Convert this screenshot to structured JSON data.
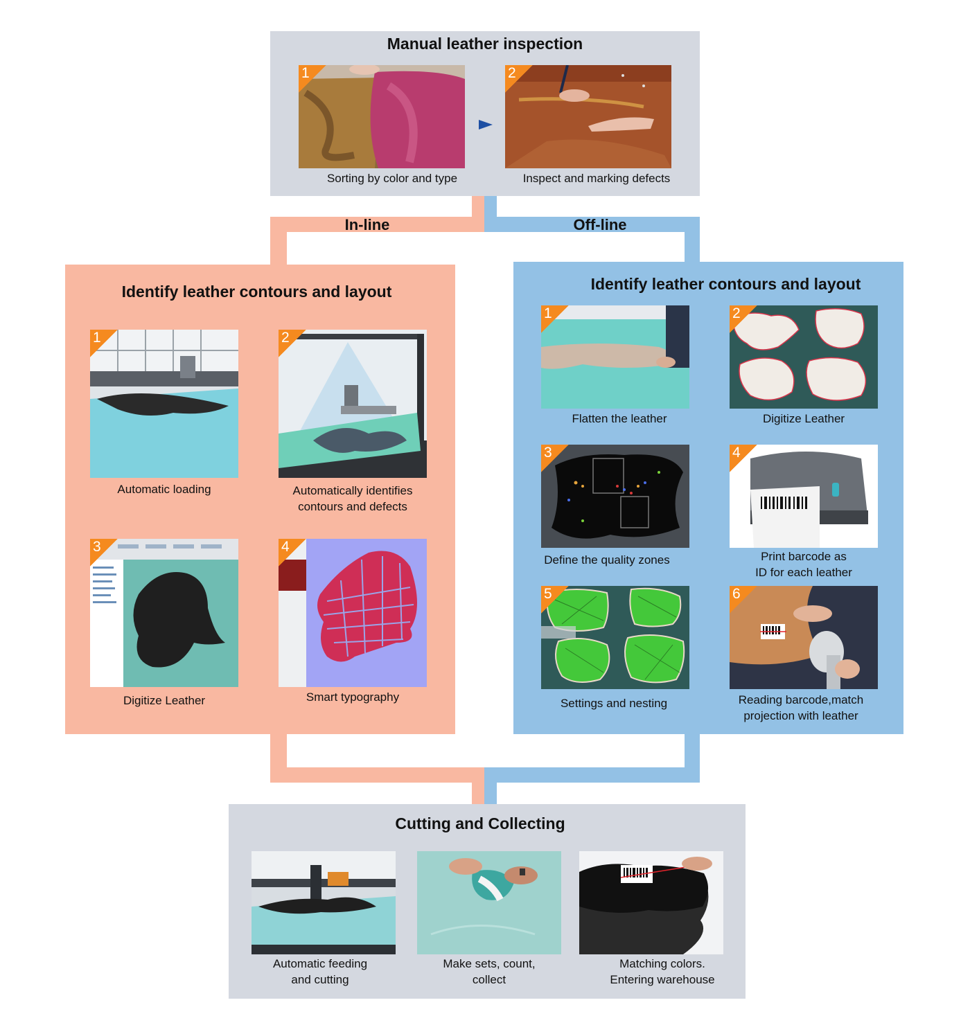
{
  "top": {
    "title": "Manual leather inspection",
    "steps": [
      {
        "badge": "1",
        "caption": "Sorting by color and type"
      },
      {
        "badge": "2",
        "caption": "Inspect and marking defects"
      }
    ]
  },
  "lanes": {
    "inline_label": "In-line",
    "offline_label": "Off-line"
  },
  "inline": {
    "title": "Identify leather contours and layout",
    "steps": [
      {
        "badge": "1",
        "caption": [
          "Automatic loading"
        ]
      },
      {
        "badge": "2",
        "caption": [
          "Automatically identifies",
          "contours and defects"
        ]
      },
      {
        "badge": "3",
        "caption": [
          "Digitize Leather"
        ]
      },
      {
        "badge": "4",
        "caption": [
          "Smart typography"
        ]
      }
    ]
  },
  "offline": {
    "title": "Identify leather contours and layout",
    "steps": [
      {
        "badge": "1",
        "caption": [
          "Flatten the leather"
        ]
      },
      {
        "badge": "2",
        "caption": [
          "Digitize Leather"
        ]
      },
      {
        "badge": "3",
        "caption": [
          "Define the quality zones"
        ]
      },
      {
        "badge": "4",
        "caption": [
          "Print barcode as",
          "ID for each leather"
        ]
      },
      {
        "badge": "5",
        "caption": [
          "Settings and nesting"
        ]
      },
      {
        "badge": "6",
        "caption": [
          "Reading barcode,match",
          "projection with leather"
        ]
      }
    ]
  },
  "bottom": {
    "title": "Cutting and Collecting",
    "steps": [
      {
        "caption": [
          "Automatic feeding",
          "and cutting"
        ]
      },
      {
        "caption": [
          "Make sets, count,",
          "collect"
        ]
      },
      {
        "caption": [
          "Matching colors.",
          "Entering warehouse"
        ]
      }
    ]
  },
  "colors": {
    "inline": "#f9b8a1",
    "offline": "#93c1e5",
    "neutral": "#d4d8e0",
    "badge": "#f58a1f",
    "arrow": "#1d4fa3"
  }
}
